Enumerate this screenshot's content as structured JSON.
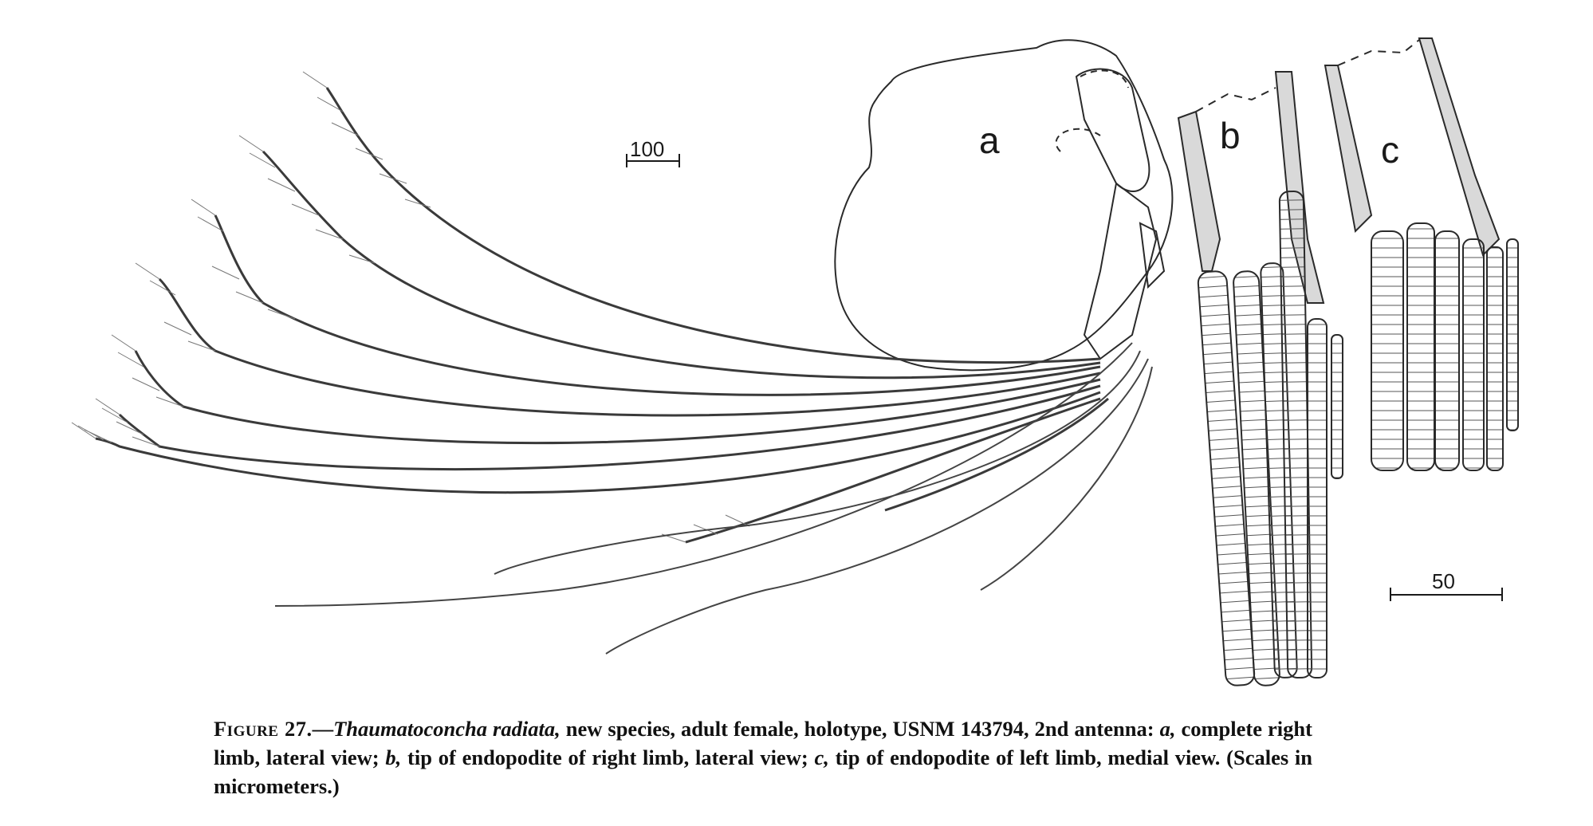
{
  "figure": {
    "panels": {
      "a": "a",
      "b": "b",
      "c": "c"
    },
    "scales": {
      "large": "100",
      "small": "50"
    }
  },
  "caption": {
    "label": "Figure 27.",
    "dash": "—",
    "species": "Thaumatoconcha radiata,",
    "text1": " new species, adult female, holotype, USNM 143794, 2nd antenna: ",
    "a": "a,",
    "text2": " complete right limb, lateral view; ",
    "b": "b,",
    "text3": " tip of endopodite of right limb, lateral view; ",
    "c": "c,",
    "text4": " tip of endopodite of left limb, medial view. (Scales in micrometers.)"
  },
  "colors": {
    "ink": "#2a2a2a",
    "paper": "#ffffff"
  }
}
